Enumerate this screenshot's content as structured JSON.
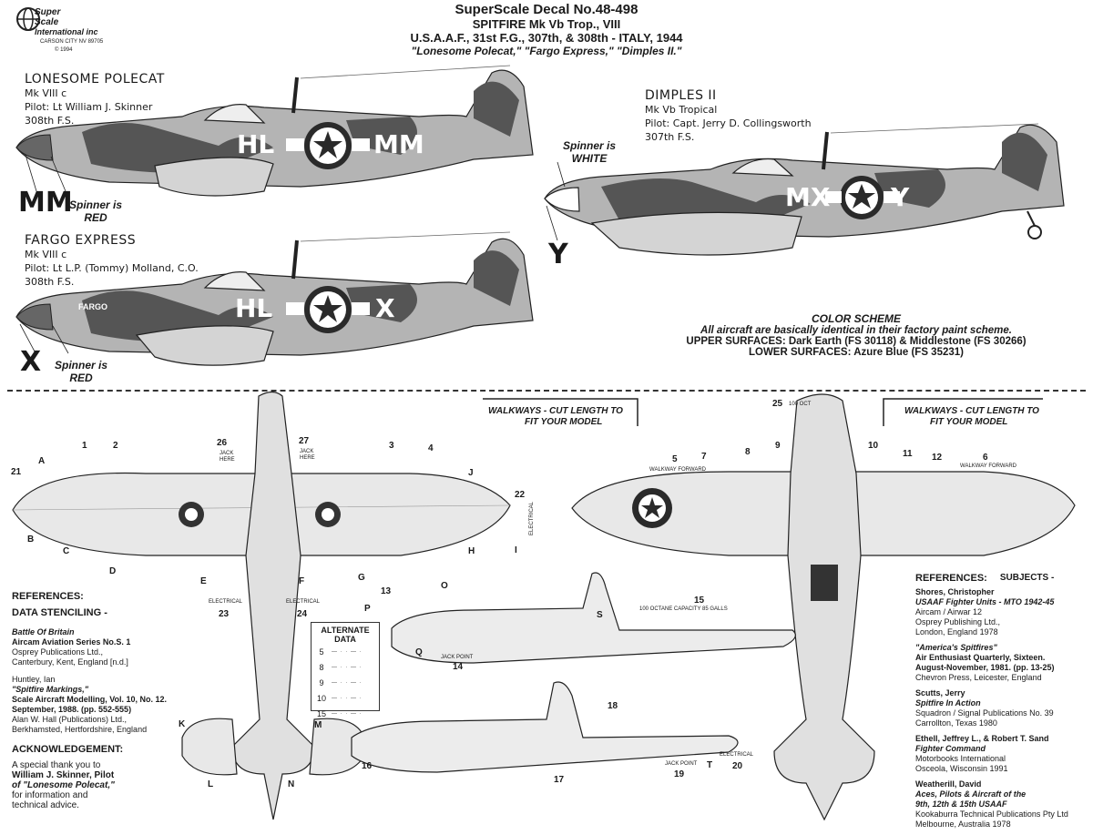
{
  "header": {
    "logo_line1": "Super",
    "logo_line2": "Scale",
    "logo_line3": "International inc",
    "logo_small": "CARSON CITY NV 89705",
    "logo_year": "© 1994",
    "title": "SuperScale Decal No.48-498",
    "line2": "SPITFIRE Mk Vb Trop., VIII",
    "line3": "U.S.A.A.F., 31st F.G., 307th, & 308th  -  ITALY,  1944",
    "line4": "\"Lonesome Polecat,\" \"Fargo Express,\" \"Dimples II.\""
  },
  "aircraft": [
    {
      "name": "LONESOME POLECAT",
      "mark": "Mk VIII c",
      "pilot": "Pilot: Lt William J. Skinner",
      "squadron": "308th F.S.",
      "code_left": "HL",
      "code_right": "MM",
      "big_code": "MM",
      "spinner_l1": "Spinner is",
      "spinner_l2": "RED"
    },
    {
      "name": "FARGO EXPRESS",
      "mark": "Mk VIII c",
      "pilot": "Pilot: Lt L.P. (Tommy) Molland, C.O.",
      "squadron": "308th F.S.",
      "code_left": "HL",
      "code_right": "X",
      "nose_art": "FARGO",
      "big_code": "X",
      "spinner_l1": "Spinner is",
      "spinner_l2": "RED"
    },
    {
      "name": "DIMPLES II",
      "mark": "Mk Vb Tropical",
      "pilot": "Pilot: Capt. Jerry D. Collingsworth",
      "squadron": "307th F.S.",
      "code_left": "MX",
      "code_right": "Y",
      "big_code": "Y",
      "spinner_l1": "Spinner is",
      "spinner_l2": "WHITE"
    }
  ],
  "color_scheme": {
    "title": "COLOR SCHEME",
    "line1": "All aircraft are basically identical in their factory paint scheme.",
    "line2": "UPPER SURFACES: Dark Earth (FS 30118) & Middlestone (FS 30266)",
    "line3": "LOWER SURFACES:  Azure Blue (FS 35231)"
  },
  "walkways_left": {
    "l1": "WALKWAYS - CUT LENGTH TO",
    "l2": "FIT YOUR MODEL"
  },
  "walkways_right": {
    "l1": "WALKWAYS - CUT LENGTH TO",
    "l2": "FIT YOUR MODEL"
  },
  "references_left": {
    "title": "REFERENCES:",
    "stencil": "DATA STENCILING -",
    "r1_a": "Battle Of Britain",
    "r1_b": "Aircam Aviation Series No.S. 1",
    "r1_c": "Osprey Publications Ltd.,",
    "r1_d": "Canterbury, Kent, England [n.d.]",
    "r2_a": "Huntley, Ian",
    "r2_b": "\"Spitfire Markings,\"",
    "r2_c": "Scale Aircraft Modelling, Vol. 10, No. 12.",
    "r2_d": "September, 1988. (pp. 552-555)",
    "r2_e": "Alan W. Hall (Publications) Ltd.,",
    "r2_f": "Berkhamsted, Hertfordshire, England",
    "ack_title": "ACKNOWLEDGEMENT:",
    "ack1": "A special thank you to",
    "ack2": "William J. Skinner, Pilot",
    "ack3": "of \"Lonesome Polecat,\"",
    "ack4": "for information and",
    "ack5": "technical advice."
  },
  "references_right": {
    "title": "REFERENCES:",
    "subjects": "SUBJECTS -",
    "r1_a": "Shores, Christopher",
    "r1_b": "USAAF Fighter Units - MTO 1942-45",
    "r1_c": "Aircam / Airwar 12",
    "r1_d": "Osprey Publishing Ltd.,",
    "r1_e": "London, England   1978",
    "r2_a": "\"America's Spitfires\"",
    "r2_b": "Air Enthusiast Quarterly, Sixteen.",
    "r2_c": "August-November, 1981. (pp. 13-25)",
    "r2_d": "Chevron Press, Leicester, England",
    "r3_a": "Scutts, Jerry",
    "r3_b": "Spitfire In Action",
    "r3_c": "Squadron / Signal Publications No. 39",
    "r3_d": "Carrollton, Texas  1980",
    "r4_a": "Ethell, Jeffrey L., & Robert T. Sand",
    "r4_b": "Fighter Command",
    "r4_c": "Motorbooks International",
    "r4_d": "Osceola, Wisconsin  1991",
    "r5_a": "Weatherill, David",
    "r5_b": "Aces, Pilots & Aircraft of the",
    "r5_c": "9th, 12th & 15th USAAF",
    "r5_d": "Kookaburra Technical Publications Pty Ltd",
    "r5_e": "Melbourne, Australia  1978"
  },
  "alternate_data": {
    "title1": "ALTERNATE",
    "title2": "DATA",
    "rows": [
      "5",
      "8",
      "9",
      "10",
      "15"
    ]
  },
  "callouts": {
    "n1": "1",
    "n2": "2",
    "n3": "3",
    "n4": "4",
    "n5": "5",
    "n6": "6",
    "n7": "7",
    "n8": "8",
    "n9": "9",
    "n10": "10",
    "n11": "11",
    "n12": "12",
    "n13": "13",
    "n14": "14",
    "n15": "15",
    "n16": "16",
    "n17": "17",
    "n18": "18",
    "n19": "19",
    "n20": "20",
    "n21": "21",
    "n22": "22",
    "n23": "23",
    "n24": "24",
    "n25": "25",
    "n26": "26",
    "n27": "27",
    "A": "A",
    "B": "B",
    "C": "C",
    "D": "D",
    "E": "E",
    "F": "F",
    "G": "G",
    "H": "H",
    "I": "I",
    "J": "J",
    "K": "K",
    "L": "L",
    "M": "M",
    "N": "N",
    "O": "O",
    "P": "P",
    "Q": "Q",
    "S": "S",
    "T": "T",
    "electrical": "ELECTRICAL",
    "jack_here": "JACK HERE",
    "jack_point": "JACK POINT",
    "walkway_forward": "WALKWAY FORWARD",
    "octane": "100 OCTANE CAPACITY 85 GALLS",
    "oct100": "100 OCT"
  },
  "colors": {
    "dark_earth": "#4a4a4a",
    "middlestone": "#a8a8a8",
    "azure": "#d8d8d8",
    "ink": "#1a1a1a"
  }
}
